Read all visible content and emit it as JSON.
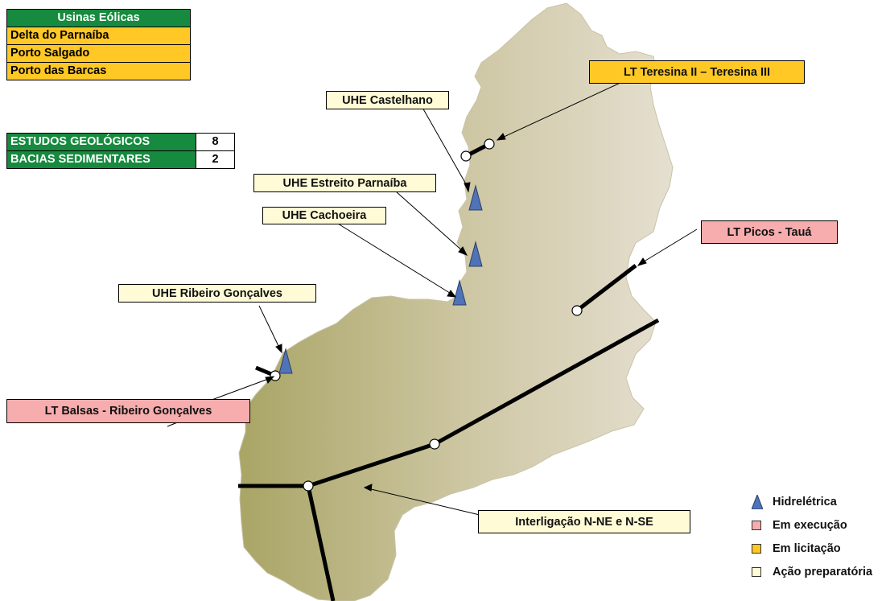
{
  "wind_table": {
    "header": "Usinas Eólicas",
    "rows": [
      "Delta do Parnaíba",
      "Porto Salgado",
      "Porto das Barcas"
    ]
  },
  "studies_table": {
    "rows": [
      {
        "label": "ESTUDOS GEOLÓGICOS",
        "value": "8"
      },
      {
        "label": "BACIAS SEDIMENTARES",
        "value": "2"
      }
    ]
  },
  "labels": {
    "teresina": "LT Teresina II – Teresina III",
    "castelhano": "UHE Castelhano",
    "estreito": "UHE Estreito Parnaíba",
    "cachoeira": "UHE Cachoeira",
    "picos": "LT Picos - Tauá",
    "ribeiro": "UHE Ribeiro Gonçalves",
    "balsas": "LT Balsas - Ribeiro Gonçalves",
    "interligacao": "Interligação N-NE e N-SE"
  },
  "legend": {
    "hidreletrica": "Hidrelétrica",
    "execucao": "Em  execução",
    "licitacao": "Em licitação",
    "preparatoria": "Ação preparatória"
  },
  "colors": {
    "header_green": "#168a3e",
    "licitacao_yellow": "#ffc825",
    "execucao_pink": "#f7acad",
    "preparatoria_cream": "#fffbd6",
    "hydro_blue": "#4f73b8"
  }
}
